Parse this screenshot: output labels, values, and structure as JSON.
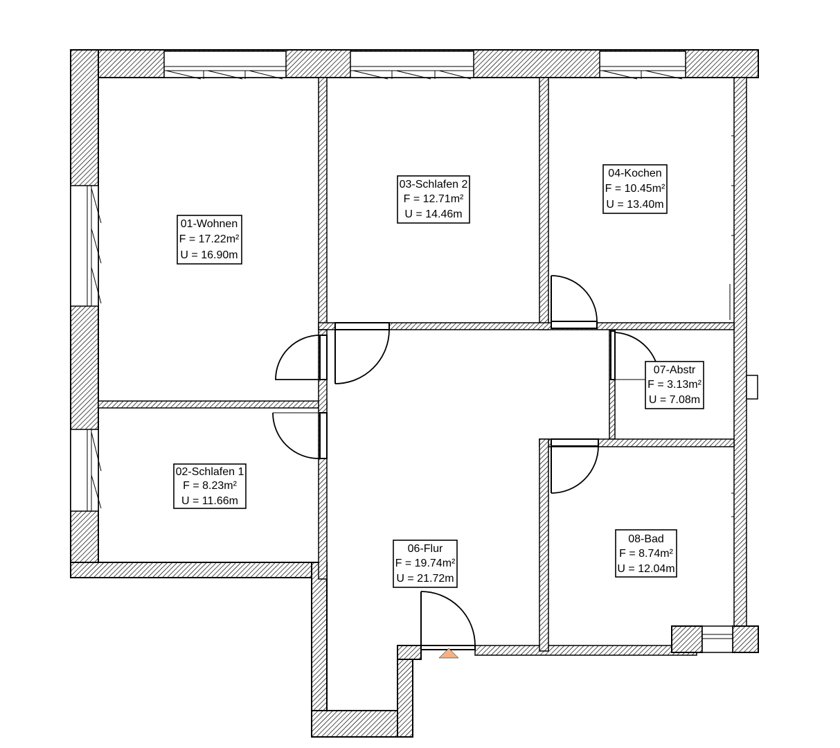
{
  "rooms": [
    {
      "id": "r01",
      "name": "01-Wohnen",
      "area": "F = 17.22m²",
      "perimeter": "U = 16.90m"
    },
    {
      "id": "r02",
      "name": "02-Schlafen 1",
      "area": "F = 8.23m²",
      "perimeter": "U = 11.66m"
    },
    {
      "id": "r03",
      "name": "03-Schlafen 2",
      "area": "F = 12.71m²",
      "perimeter": "U = 14.46m"
    },
    {
      "id": "r04",
      "name": "04-Kochen",
      "area": "F = 10.45m²",
      "perimeter": "U = 13.40m"
    },
    {
      "id": "r06",
      "name": "06-Flur",
      "area": "F = 19.74m²",
      "perimeter": "U = 21.72m"
    },
    {
      "id": "r07",
      "name": "07-Abstr",
      "area": "F = 3.13m²",
      "perimeter": "U = 7.08m"
    },
    {
      "id": "r08",
      "name": "08-Bad",
      "area": "F = 8.74m²",
      "perimeter": "U = 12.04m"
    }
  ],
  "colors": {
    "wall_outline": "#000000",
    "background": "#ffffff",
    "entrance_marker": "#f4b183"
  }
}
